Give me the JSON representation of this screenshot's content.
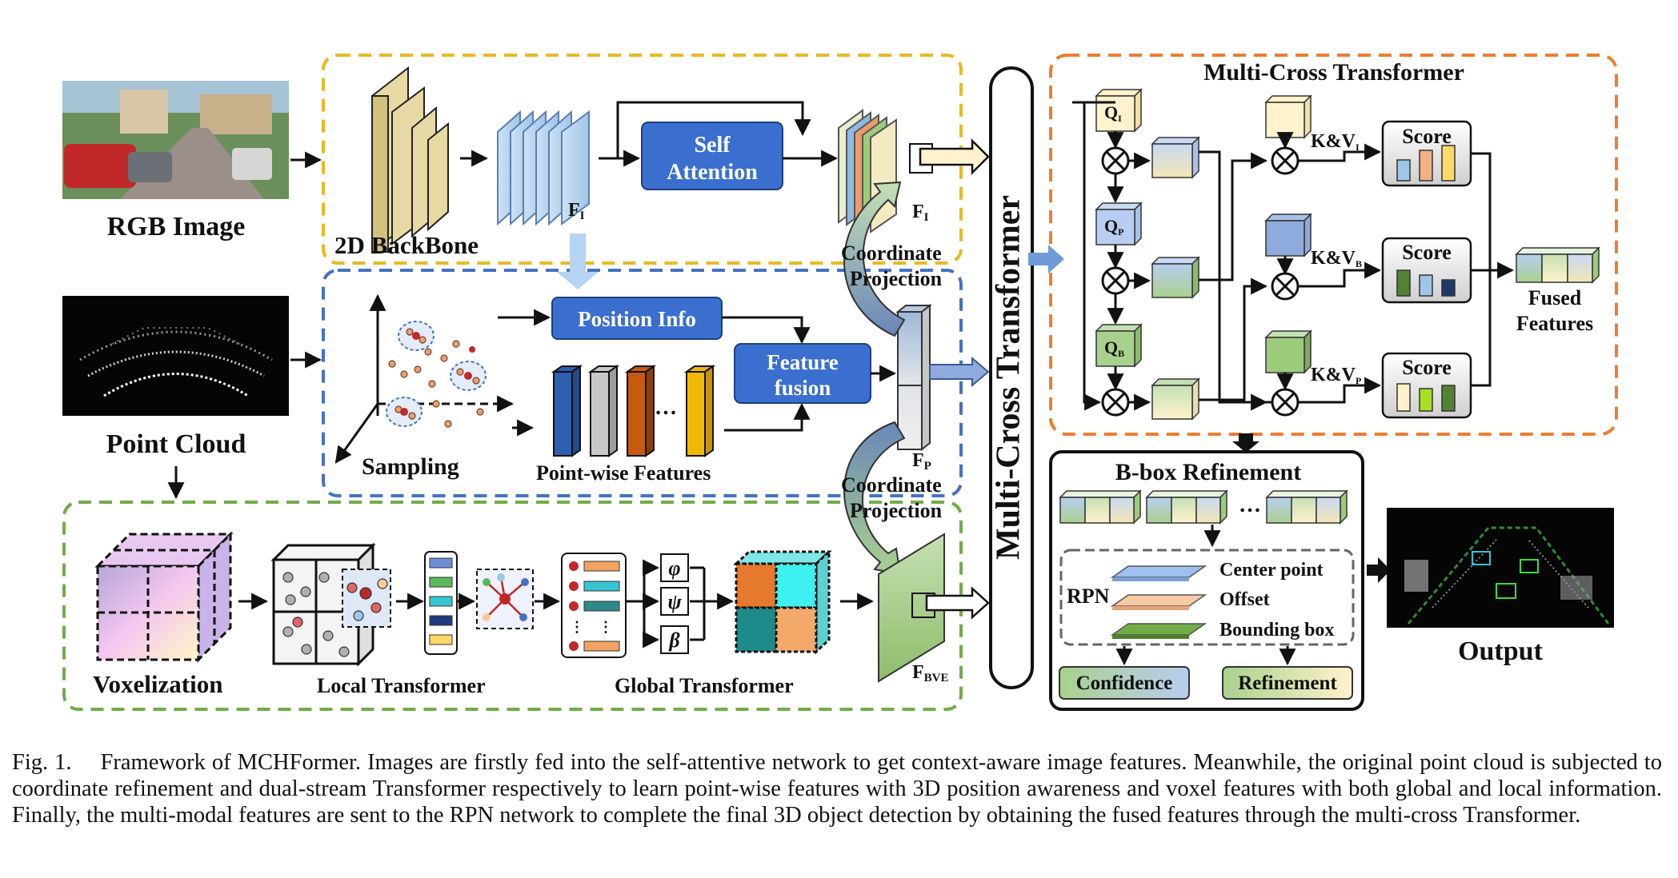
{
  "inputs": {
    "rgb_image": "RGB Image",
    "point_cloud": "Point Cloud"
  },
  "image_branch": {
    "backbone": "2D BackBone",
    "feature_label": "F",
    "feature_sub": "I",
    "self_attention": [
      "Self",
      "Attention"
    ],
    "output_label": "F",
    "output_sub": "I"
  },
  "point_branch": {
    "position_info": "Position Info",
    "feature_fusion": [
      "Feature",
      "fusion"
    ],
    "sampling": "Sampling",
    "pointwise": "Point-wise Features",
    "ellipsis": "…",
    "output_label": "F",
    "output_sub": "P"
  },
  "projection": {
    "top": [
      "Coordinate",
      "Projection"
    ],
    "bottom": [
      "Coordinate",
      "Projection"
    ]
  },
  "voxel_branch": {
    "voxelization": "Voxelization",
    "local_transformer": "Local Transformer",
    "global_transformer": "Global Transformer",
    "greek": [
      "φ",
      "ψ",
      "β"
    ],
    "output_label": "F",
    "output_sub": "BVE"
  },
  "mct_bar": "Multi-Cross Transformer",
  "mct_panel": {
    "title": "Multi-Cross Transformer",
    "queries": [
      {
        "label": "Q",
        "sub": "I"
      },
      {
        "label": "Q",
        "sub": "P"
      },
      {
        "label": "Q",
        "sub": "B"
      }
    ],
    "kv": [
      {
        "label": "K&V",
        "sub": "I"
      },
      {
        "label": "K&V",
        "sub": "B"
      },
      {
        "label": "K&V",
        "sub": "P"
      }
    ],
    "score": "Score",
    "fused": [
      "Fused",
      "Features"
    ]
  },
  "refinement": {
    "title": "B-box Refinement",
    "ellipsis": "…",
    "rpn": "RPN",
    "layers": [
      "Center point",
      "Offset",
      "Bounding box"
    ],
    "confidence": "Confidence",
    "refinement": "Refinement"
  },
  "output": "Output",
  "caption": {
    "figure": "Fig. 1.",
    "text": "Framework of MCHFormer. Images are firstly fed into the self-attentive network to get context-aware image features. Meanwhile, the original point cloud is subjected to coordinate refinement and dual-stream Transformer respectively to learn point-wise features with 3D position awareness and voxel features with both global and local information. Finally, the multi-modal features are sent to the RPN network to complete the final 3D object detection by obtaining the fused features through the multi-cross Transformer."
  },
  "colors": {
    "yellow_frame": "#e8b923",
    "blue_frame": "#4472c4",
    "green_frame": "#70ad47",
    "orange_frame": "#ed7d31",
    "box_blue": "#3a6fcf"
  }
}
